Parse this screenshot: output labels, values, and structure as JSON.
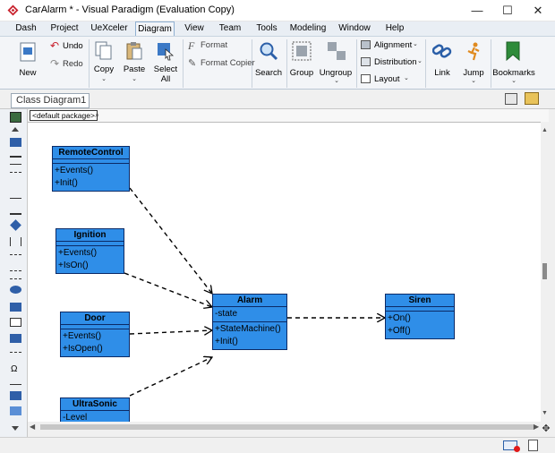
{
  "window": {
    "title": "CarAlarm * - Visual Paradigm (Evaluation Copy)",
    "minimize": "—",
    "maximize": "☐",
    "close": "✕"
  },
  "menu": {
    "tabs": [
      {
        "label": "Dash"
      },
      {
        "label": "Project"
      },
      {
        "label": "UeXceler"
      },
      {
        "label": "Diagram",
        "active": true
      },
      {
        "label": "View"
      },
      {
        "label": "Team"
      },
      {
        "label": "Tools"
      },
      {
        "label": "Modeling"
      },
      {
        "label": "Window"
      },
      {
        "label": "Help"
      }
    ]
  },
  "ribbon": {
    "new": "New",
    "undo": "Undo",
    "redo": "Redo",
    "copy": "Copy",
    "paste": "Paste",
    "select_all_1": "Select",
    "select_all_2": "All",
    "format": "Format",
    "format_copier": "Format Copier",
    "search": "Search",
    "group": "Group",
    "ungroup": "Ungroup",
    "alignment": "Alignment",
    "distribution": "Distribution",
    "layout": "Layout",
    "link": "Link",
    "jump": "Jump",
    "bookmarks": "Bookmarks"
  },
  "tabstrip": {
    "diagram_tab": "Class Diagram1"
  },
  "package_bar": {
    "package": "<default package>"
  },
  "classes": {
    "remote_control": {
      "name": "RemoteControl",
      "ops": [
        "+Events()",
        "+Init()"
      ]
    },
    "ignition": {
      "name": "Ignition",
      "ops": [
        "+Events()",
        "+IsOn()"
      ]
    },
    "door": {
      "name": "Door",
      "ops": [
        "+Events()",
        "+IsOpen()"
      ]
    },
    "ultrasonic": {
      "name": "UltraSonic",
      "attrs": [
        "-Level"
      ]
    },
    "alarm": {
      "name": "Alarm",
      "attrs": [
        "-state"
      ],
      "ops": [
        "+StateMachine()",
        "+Init()"
      ]
    },
    "siren": {
      "name": "Siren",
      "ops": [
        "+On()",
        "+Off()"
      ]
    }
  },
  "colors": {
    "class_fill": "#2f8ee8",
    "class_border": "#0b2a66",
    "ribbon_bg": "#f3f5f8",
    "active_tab_border": "#8fb0d2"
  }
}
